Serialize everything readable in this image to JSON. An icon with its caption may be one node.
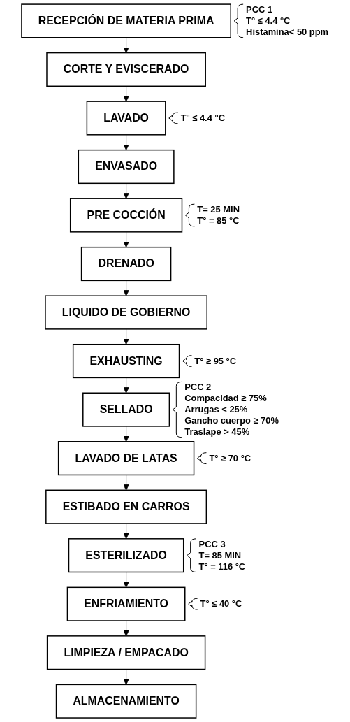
{
  "diagram": {
    "nodes": [
      {
        "text": [
          "RECEPCIÓN DE MATERIA PRIMA"
        ],
        "beside": [
          "PCC 1",
          "T° ≤ 4.4 °C",
          "Histamina< 50 ppm"
        ]
      },
      {
        "text": [
          "CORTE Y EVISCERADO"
        ]
      },
      {
        "text": [
          "LAVADO"
        ],
        "beside": [
          "T° ≤ 4.4 °C"
        ]
      },
      {
        "text": [
          "ENVASADO"
        ]
      },
      {
        "text": [
          "PRE COCCIÓN"
        ],
        "beside": [
          "T= 25 MIN",
          "T° = 85 °C"
        ]
      },
      {
        "text": [
          "DRENADO"
        ]
      },
      {
        "text": [
          "LIQUIDO DE GOBIERNO"
        ]
      },
      {
        "text": [
          "EXHAUSTING"
        ],
        "beside": [
          "T° ≥ 95 °C"
        ]
      },
      {
        "text": [
          "SELLADO"
        ],
        "beside": [
          "PCC 2",
          "Compacidad ≥ 75%",
          "Arrugas < 25%",
          "Gancho cuerpo ≥ 70%",
          "Traslape > 45%"
        ]
      },
      {
        "text": [
          "LAVADO DE LATAS"
        ],
        "beside": [
          "T° ≥ 70 °C"
        ]
      },
      {
        "text": [
          "ESTIBADO EN CARROS"
        ]
      },
      {
        "text": [
          "ESTERILIZADO"
        ],
        "beside": [
          "PCC 3",
          "T= 85 MIN",
          "T° = 116 °C"
        ]
      },
      {
        "text": [
          "ENFRIAMIENTO"
        ],
        "beside": [
          "T° ≤ 40 °C"
        ]
      },
      {
        "text": [
          "LIMPIEZA / EMPACADO"
        ]
      },
      {
        "text": [
          "ALMACENAMIENTO"
        ]
      }
    ],
    "edges": [
      {
        "from": 0,
        "to": 1,
        "arrow": "to"
      },
      {
        "from": 1,
        "to": 2,
        "arrow": "to"
      },
      {
        "from": 2,
        "to": 3,
        "arrow": "to"
      },
      {
        "from": 3,
        "to": 4,
        "arrow": "to"
      },
      {
        "from": 4,
        "to": 5,
        "arrow": "to"
      },
      {
        "from": 5,
        "to": 6,
        "arrow": "to"
      },
      {
        "from": 6,
        "to": 7,
        "arrow": "to"
      },
      {
        "from": 7,
        "to": 8,
        "arrow": "to"
      },
      {
        "from": 8,
        "to": 9,
        "arrow": "to"
      },
      {
        "from": 9,
        "to": 10,
        "arrow": "to"
      },
      {
        "from": 10,
        "to": 11,
        "arrow": "to"
      },
      {
        "from": 11,
        "to": 12,
        "arrow": "to"
      },
      {
        "from": 12,
        "to": 13,
        "arrow": "to"
      },
      {
        "from": 13,
        "to": 14,
        "arrow": "to"
      }
    ]
  }
}
